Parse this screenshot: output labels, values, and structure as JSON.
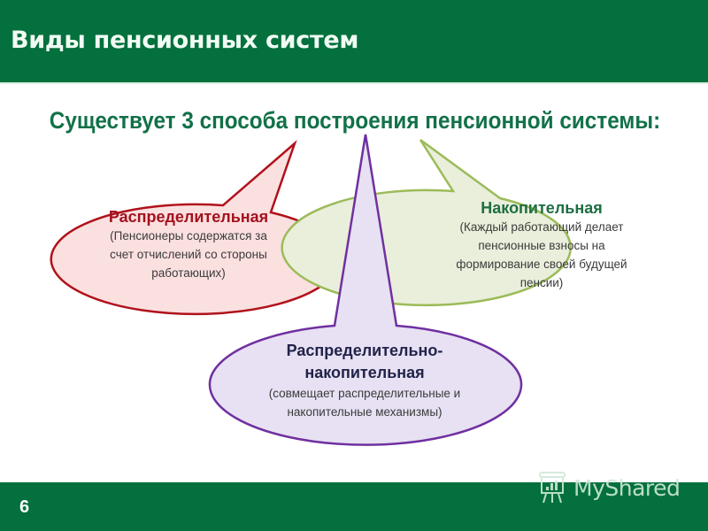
{
  "header": {
    "title": "Виды пенсионных систем",
    "background_color": "#03703d"
  },
  "subtitle": "Существует 3 способа построения пенсионной системы:",
  "callouts": [
    {
      "id": "distributive",
      "title": "Распределительная",
      "description_lines": [
        "(Пенсионеры содержатся за",
        "счет отчислений со стороны",
        "работающих)"
      ],
      "fill_color": "#fbe0e0",
      "border_color": "#b0121c"
    },
    {
      "id": "funded",
      "title": "Накопительная",
      "description_lines": [
        "(Каждый работающий делает",
        "пенсионные взносы на",
        "формирование своей будущей",
        "пенсии)"
      ],
      "fill_color": "#e9efdb",
      "border_color": "#9bbb59"
    },
    {
      "id": "mixed",
      "title_lines": [
        "Распределительно-",
        "накопительная"
      ],
      "description_lines": [
        "(совмещает распределительные и",
        "накопительные механизмы)"
      ],
      "fill_color": "#e7e1f3",
      "border_color": "#7030a0"
    }
  ],
  "footer": {
    "slide_number": "6",
    "watermark": "MyShared",
    "watermark_icon": "presentation-board-icon"
  }
}
